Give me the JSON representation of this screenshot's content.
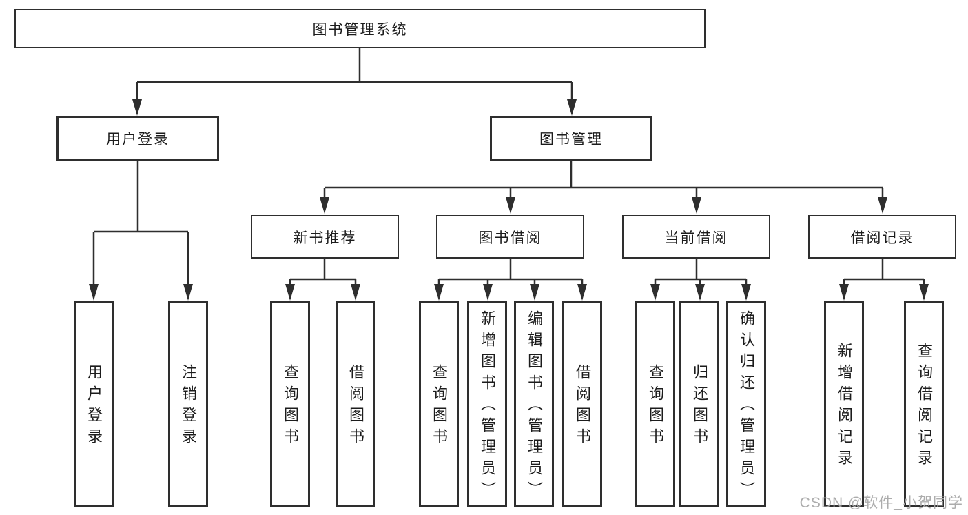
{
  "tree": {
    "root": {
      "label": "图书管理系统",
      "children": [
        {
          "label": "用户登录",
          "children": [
            {
              "label": "用户登录"
            },
            {
              "label": "注销登录"
            }
          ]
        },
        {
          "label": "图书管理",
          "children": [
            {
              "label": "新书推荐",
              "children": [
                {
                  "label": "查询图书"
                },
                {
                  "label": "借阅图书"
                }
              ]
            },
            {
              "label": "图书借阅",
              "children": [
                {
                  "label": "查询图书"
                },
                {
                  "label": "新增图书（管理员）"
                },
                {
                  "label": "编辑图书（管理员）"
                },
                {
                  "label": "借阅图书"
                }
              ]
            },
            {
              "label": "当前借阅",
              "children": [
                {
                  "label": "查询图书"
                },
                {
                  "label": "归还图书"
                },
                {
                  "label": "确认归还（管理员）"
                }
              ]
            },
            {
              "label": "借阅记录",
              "children": [
                {
                  "label": "新增借阅记录"
                },
                {
                  "label": "查询借阅记录"
                }
              ]
            }
          ]
        }
      ]
    }
  },
  "watermark": {
    "text": "CSDN @软件_小贺同学"
  },
  "colors": {
    "line": "#2e2e2e",
    "box_border": "#2e2e2e",
    "text": "#1c1c1c",
    "watermark": "#a8a8a8",
    "background": "#ffffff"
  }
}
